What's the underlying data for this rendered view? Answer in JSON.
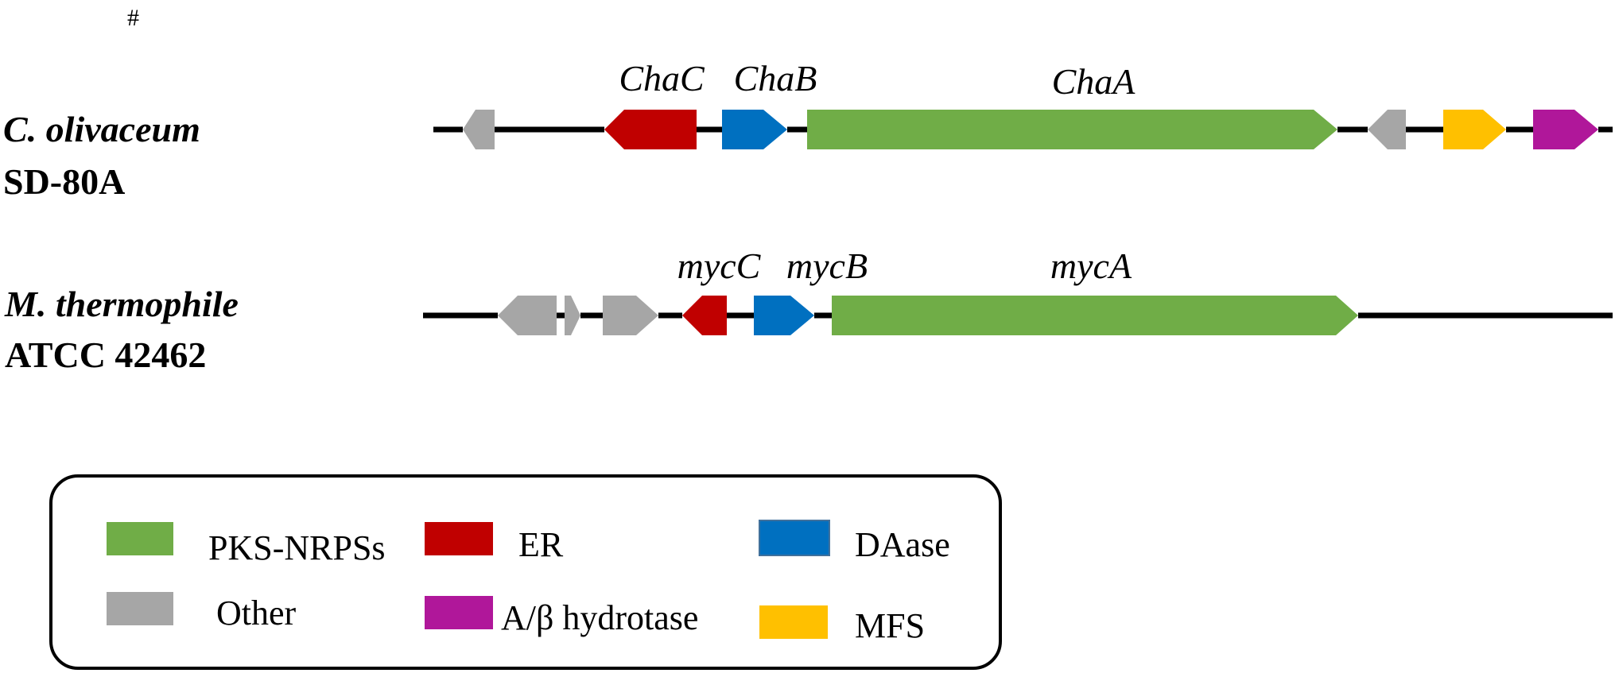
{
  "marker": "#",
  "colors": {
    "pks_nrps": "#70ad47",
    "er": "#c00000",
    "daase": "#0070c0",
    "other": "#a6a6a6",
    "hydrolase": "#b0179a",
    "mfs": "#ffc000",
    "line": "#000000"
  },
  "clusters": [
    {
      "organism": "C. olivaceum",
      "strain": "SD-80A",
      "gene_labels": [
        "ChaC",
        "ChaB",
        "ChaA"
      ]
    },
    {
      "organism": "M. thermophile",
      "strain": "ATCC 42462",
      "gene_labels": [
        "mycC",
        "mycB",
        "mycA"
      ]
    }
  ],
  "legend": {
    "items": [
      {
        "label": "PKS-NRPSs",
        "color_key": "pks_nrps"
      },
      {
        "label": "ER",
        "color_key": "er"
      },
      {
        "label": "DAase",
        "color_key": "daase"
      },
      {
        "label": "Other",
        "color_key": "other"
      },
      {
        "label": "A/β hydrotase",
        "color_key": "hydrolase"
      },
      {
        "label": "MFS",
        "color_key": "mfs"
      }
    ]
  }
}
